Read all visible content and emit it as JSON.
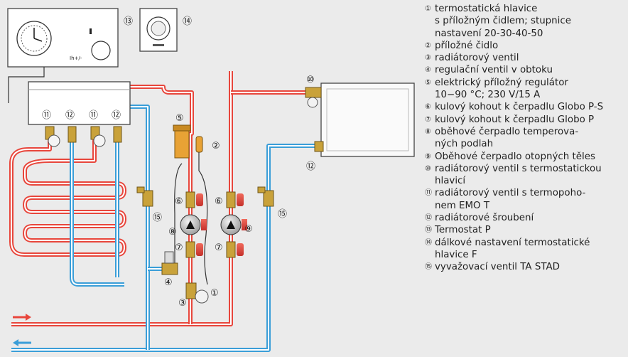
{
  "colors": {
    "supply": "#e8463c",
    "return": "#3a9ed8",
    "pipe_core": "#ffffff",
    "brass": "#c9a23a",
    "pump_body": "#e4473b",
    "background": "#ebebeb"
  },
  "callouts": {
    "c1": "①",
    "c2": "②",
    "c3": "③",
    "c4": "④",
    "c5": "⑤",
    "c6a": "⑥",
    "c6b": "⑥",
    "c7a": "⑦",
    "c7b": "⑦",
    "c8": "⑧",
    "c9": "⑨",
    "c10": "⑩",
    "c11a": "⑪",
    "c11b": "⑪",
    "c12a": "⑫",
    "c12b": "⑫",
    "c12c": "⑫",
    "c13": "⑬",
    "c14": "⑭",
    "c15a": "⑮",
    "c15b": "⑮"
  },
  "thermostat_label": "Ih+/-",
  "legend": [
    {
      "num": "①",
      "text": "termostatická hlavice\ns příložným čidlem; stupnice\nnastavení 20-30-40-50"
    },
    {
      "num": "②",
      "text": "příložné čidlo"
    },
    {
      "num": "③",
      "text": "radiátorový ventil"
    },
    {
      "num": "④",
      "text": "regulační ventil v obtoku"
    },
    {
      "num": "⑤",
      "text": "elektrický příložný regulátor\n10−90 °C; 230 V/15 A"
    },
    {
      "num": "⑥",
      "text": "kulový kohout k čerpadlu Globo P-S"
    },
    {
      "num": "⑦",
      "text": "kulový kohout k čerpadlu Globo P"
    },
    {
      "num": "⑧",
      "text": "oběhové čerpadlo temperova-\nných podlah"
    },
    {
      "num": "⑨",
      "text": "Oběhové čerpadlo otopných těles"
    },
    {
      "num": "⑩",
      "text": "radiátorový ventil s termostatickou\nhlavicí"
    },
    {
      "num": "⑪",
      "text": "radiátorový ventil s termopoho-\nnem EMO T"
    },
    {
      "num": "⑫",
      "text": "radiátorové šroubení"
    },
    {
      "num": "⑬",
      "text": "Termostat P"
    },
    {
      "num": "⑭",
      "text": "dálkové nastavení termostatické\nhlavice F"
    },
    {
      "num": "⑮",
      "text": "vyvažovací ventil TA STAD"
    }
  ]
}
